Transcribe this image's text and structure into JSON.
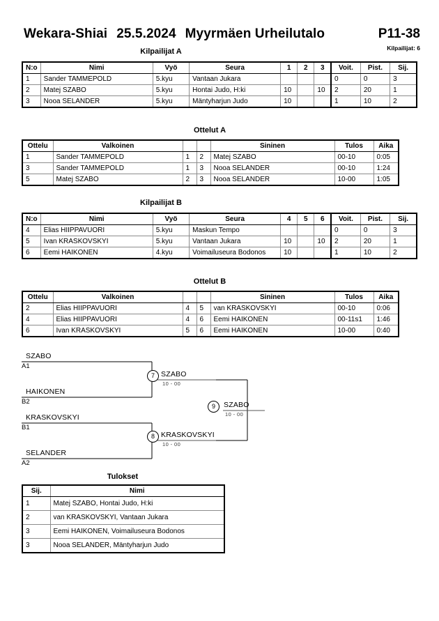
{
  "header": {
    "event": "Wekara-Shiai",
    "date": "25.5.2024",
    "venue": "Myyrmäen Urheilutalo",
    "age_class": "P11-38",
    "competitor_count": "Kilpailijat: 6"
  },
  "pool_a": {
    "caption": "Kilpailijat A",
    "columns": [
      "N:o",
      "Nimi",
      "Vyö",
      "Seura",
      "1",
      "2",
      "3",
      "Voit.",
      "Pist.",
      "Sij."
    ],
    "rows": [
      {
        "no": "1",
        "name": "Sander TAMMEPOLD",
        "belt": "5.kyu",
        "club": "Vantaan Jukara",
        "m1": "",
        "m2": "",
        "m3": "",
        "wins": "0",
        "points": "0",
        "rank": "3"
      },
      {
        "no": "2",
        "name": "Matej SZABO",
        "belt": "5.kyu",
        "club": "Hontai Judo, H:ki",
        "m1": "10",
        "m2": "",
        "m3": "10",
        "wins": "2",
        "points": "20",
        "rank": "1"
      },
      {
        "no": "3",
        "name": "Nooa SELANDER",
        "belt": "5.kyu",
        "club": "Mäntyharjun Judo",
        "m1": "10",
        "m2": "",
        "m3": "",
        "wins": "1",
        "points": "10",
        "rank": "2"
      }
    ]
  },
  "matches_a": {
    "caption": "Ottelut A",
    "columns": [
      "Ottelu",
      "Valkoinen",
      "",
      "",
      "Sininen",
      "Tulos",
      "Aika"
    ],
    "rows": [
      {
        "match": "1",
        "white": "Sander TAMMEPOLD",
        "wno": "1",
        "bno": "2",
        "blue": "Matej SZABO",
        "result": "00-10",
        "time": "0:05"
      },
      {
        "match": "3",
        "white": "Sander TAMMEPOLD",
        "wno": "1",
        "bno": "3",
        "blue": "Nooa SELANDER",
        "result": "00-10",
        "time": "1:24"
      },
      {
        "match": "5",
        "white": "Matej SZABO",
        "wno": "2",
        "bno": "3",
        "blue": "Nooa SELANDER",
        "result": "10-00",
        "time": "1:05"
      }
    ]
  },
  "pool_b": {
    "caption": "Kilpailijat B",
    "columns": [
      "N:o",
      "Nimi",
      "Vyö",
      "Seura",
      "4",
      "5",
      "6",
      "Voit.",
      "Pist.",
      "Sij."
    ],
    "rows": [
      {
        "no": "4",
        "name": "Elias HIIPPAVUORI",
        "belt": "5.kyu",
        "club": "Maskun Tempo",
        "m1": "",
        "m2": "",
        "m3": "",
        "wins": "0",
        "points": "0",
        "rank": "3"
      },
      {
        "no": "5",
        "name": "Ivan KRASKOVSKYI",
        "belt": "5.kyu",
        "club": "Vantaan Jukara",
        "m1": "10",
        "m2": "",
        "m3": "10",
        "wins": "2",
        "points": "20",
        "rank": "1"
      },
      {
        "no": "6",
        "name": "Eemi HAIKONEN",
        "belt": "4.kyu",
        "club": "Voimailuseura Bodonos",
        "m1": "10",
        "m2": "",
        "m3": "",
        "wins": "1",
        "points": "10",
        "rank": "2"
      }
    ]
  },
  "matches_b": {
    "caption": "Ottelut B",
    "columns": [
      "Ottelu",
      "Valkoinen",
      "",
      "",
      "Sininen",
      "Tulos",
      "Aika"
    ],
    "rows": [
      {
        "match": "2",
        "white": "Elias HIIPPAVUORI",
        "wno": "4",
        "bno": "5",
        "blue": "van KRASKOVSKYI",
        "result": "00-10",
        "time": "0:06"
      },
      {
        "match": "4",
        "white": "Elias HIIPPAVUORI",
        "wno": "4",
        "bno": "6",
        "blue": "Eemi HAIKONEN",
        "result": "00-11s1",
        "time": "1:46"
      },
      {
        "match": "6",
        "white": "Ivan KRASKOVSKYI",
        "wno": "5",
        "bno": "6",
        "blue": "Eemi HAIKONEN",
        "result": "10-00",
        "time": "0:40"
      }
    ]
  },
  "bracket": {
    "entries": [
      {
        "name": "SZABO",
        "seed": "A1"
      },
      {
        "name": "HAIKONEN",
        "seed": "B2"
      },
      {
        "name": "KRASKOVSKYI",
        "seed": "B1"
      },
      {
        "name": "SELANDER",
        "seed": "A2"
      }
    ],
    "nodes": [
      {
        "number": "7",
        "winner": "SZABO",
        "score": "10 - 00"
      },
      {
        "number": "8",
        "winner": "KRASKOVSKYI",
        "score": "10 - 00"
      },
      {
        "number": "9",
        "winner": "SZABO",
        "score": "10 - 00"
      }
    ]
  },
  "results": {
    "caption": "Tulokset",
    "columns": [
      "Sij.",
      "Nimi"
    ],
    "rows": [
      {
        "rank": "1",
        "name": "Matej SZABO, Hontai Judo, H:ki"
      },
      {
        "rank": "2",
        "name": "van KRASKOVSKYI, Vantaan Jukara"
      },
      {
        "rank": "3",
        "name": "Eemi HAIKONEN, Voimailuseura Bodonos"
      },
      {
        "rank": "3",
        "name": "Nooa SELANDER, Mäntyharjun Judo"
      }
    ]
  }
}
